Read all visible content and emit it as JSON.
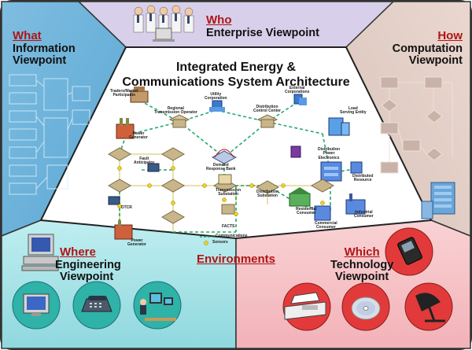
{
  "title": {
    "line1": "Integrated Energy &",
    "line2": "Communications System Architecture"
  },
  "viewpoints": {
    "who": {
      "question": "Who",
      "line1": "Enterprise Viewpoint"
    },
    "what": {
      "question": "What",
      "line1": "Information",
      "line2": "Viewpoint"
    },
    "how": {
      "question": "How",
      "line1": "Computation",
      "line2": "Viewpoint"
    },
    "where": {
      "question": "Where",
      "line1": "Engineering",
      "line2": "Viewpoint"
    },
    "which": {
      "question": "Which",
      "line1": "Technology",
      "line2": "Viewpoint"
    }
  },
  "environments_label": "Environments",
  "nodes": {
    "traders": "Traders/Market\nParticipants",
    "utility_corp": "Utility\nCorporation",
    "external_corp": "External\nCorporations",
    "regional_op": "Regional\nTransmission Operator",
    "dist_control": "Distribution\nControl Center",
    "power_gen_top": "Power\nGenerator",
    "load_serving": "Load\nServing Entity",
    "fault_anticipator": "Fault\nAnticipator",
    "demand_response": "Demand\nResponse Bank",
    "dist_power_elec": "Distribution\nPower\nElectronics",
    "dist_resource": "Distributed\nResource",
    "trans_substation": "Transmission\nSubstation",
    "dist_substation": "Distribution\nSubstation",
    "dtcr": "DTCR",
    "residential": "Residential\nConsumer",
    "industrial": "Industrial\nConsumer",
    "commercial": "Commercial\nConsumer",
    "facts": "FACTS",
    "power_gen_bottom": "Power\nGenerator"
  },
  "legend": {
    "communications": "Communications",
    "sensors": "Sensors"
  },
  "colors": {
    "who_bg": "#d8d0ea",
    "what_bg": "#8cc4e2",
    "how_bg": "#e2cfc6",
    "where_bg": "#a8e4e8",
    "which_bg": "#f6c4c8",
    "question_red": "#b01515",
    "comm_line": "#23a86e",
    "power_line": "#e8e0b0"
  }
}
